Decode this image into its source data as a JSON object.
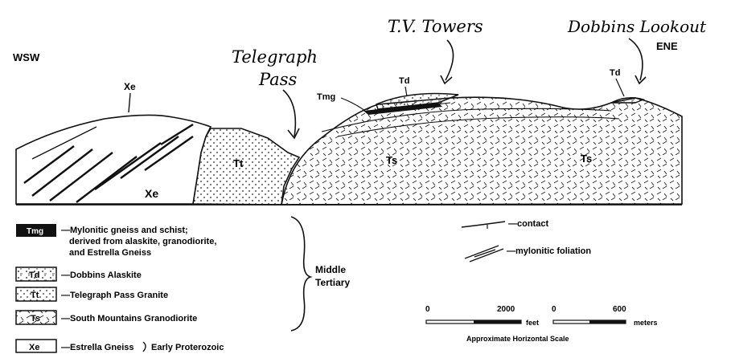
{
  "orientation": {
    "left": "WSW",
    "right": "ENE"
  },
  "annotations": {
    "telegraph_pass": [
      "Telegraph",
      "Pass"
    ],
    "tv_towers": "T.V. Towers",
    "dobbins_lookout": "Dobbins Lookout"
  },
  "unit_codes": {
    "xe": "Xe",
    "tt": "Tt",
    "ts": "Ts",
    "td": "Td",
    "tmg": "Tmg"
  },
  "legend": {
    "units": [
      {
        "code": "Tmg",
        "lines": [
          "—Mylonitic gneiss and schist;",
          "derived from alaskite, granodiorite,",
          "and Estrella Gneiss"
        ]
      },
      {
        "code": "Td",
        "lines": [
          "—Dobbins Alaskite"
        ]
      },
      {
        "code": "Tt",
        "lines": [
          "—Telegraph Pass Granite"
        ]
      },
      {
        "code": "Ts",
        "lines": [
          "—South Mountains Granodiorite"
        ]
      },
      {
        "code": "Xe",
        "lines": [
          "—Estrella Gneiss"
        ]
      }
    ],
    "age_middle_tertiary": [
      "Middle",
      "Tertiary"
    ],
    "age_early_proterozoic": "Early Proterozoic",
    "symbols": {
      "contact": "—contact",
      "foliation": "—mylonitic foliation"
    }
  },
  "scale": {
    "feet": {
      "start": "0",
      "end": "2000",
      "unit": "feet"
    },
    "meters": {
      "start": "0",
      "end": "600",
      "unit": "meters"
    },
    "caption": "Approximate Horizontal Scale"
  }
}
